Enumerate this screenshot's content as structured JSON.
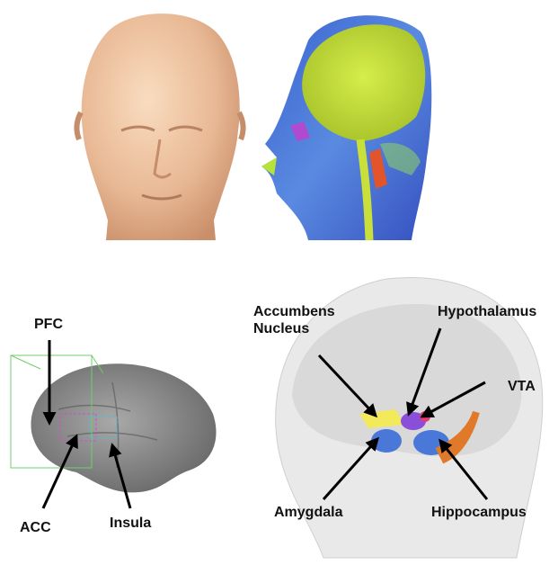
{
  "labels": {
    "pfc": "PFC",
    "acc": "ACC",
    "insula": "Insula",
    "accumbens_line1": "Accumbens",
    "accumbens_line2": "Nucleus",
    "hypothalamus": "Hypothalamus",
    "vta": "VTA",
    "amygdala": "Amygdala",
    "hippocampus": "Hippocampus"
  },
  "colors": {
    "skin": "#eec3a0",
    "brain_green": "#c7e23a",
    "head_blue": "#4a6fd8",
    "gray_brain": "#8a8a8a",
    "accumbens": "#f2ea5a",
    "hypothalamus": "#8a4fd8",
    "vta": "#e23a7a",
    "amygdala": "#4a78d8",
    "hippocampus": "#e07a2a"
  }
}
